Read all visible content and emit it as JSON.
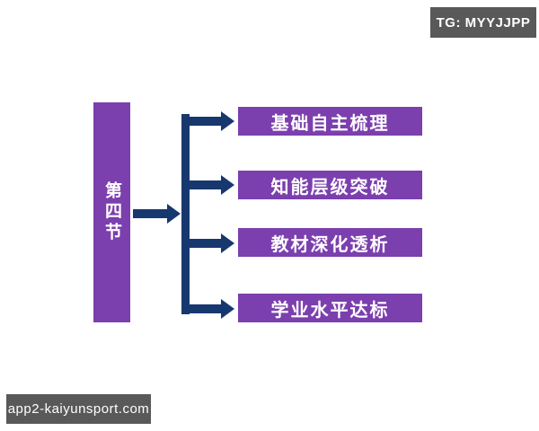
{
  "watermarks": {
    "top_right": "TG: MYYJJPP",
    "bottom_left": "app2-kaiyunsport.com"
  },
  "diagram": {
    "root": {
      "label": "第四节"
    },
    "branches": [
      {
        "label": "基础自主梳理"
      },
      {
        "label": "知能层级突破"
      },
      {
        "label": "教材深化透析"
      },
      {
        "label": "学业水平达标"
      }
    ]
  },
  "colors": {
    "node_purple": "#7b3fae",
    "arrow_navy": "#17386f",
    "badge_gray": "#595959",
    "text_white": "#ffffff",
    "background": "#ffffff"
  }
}
